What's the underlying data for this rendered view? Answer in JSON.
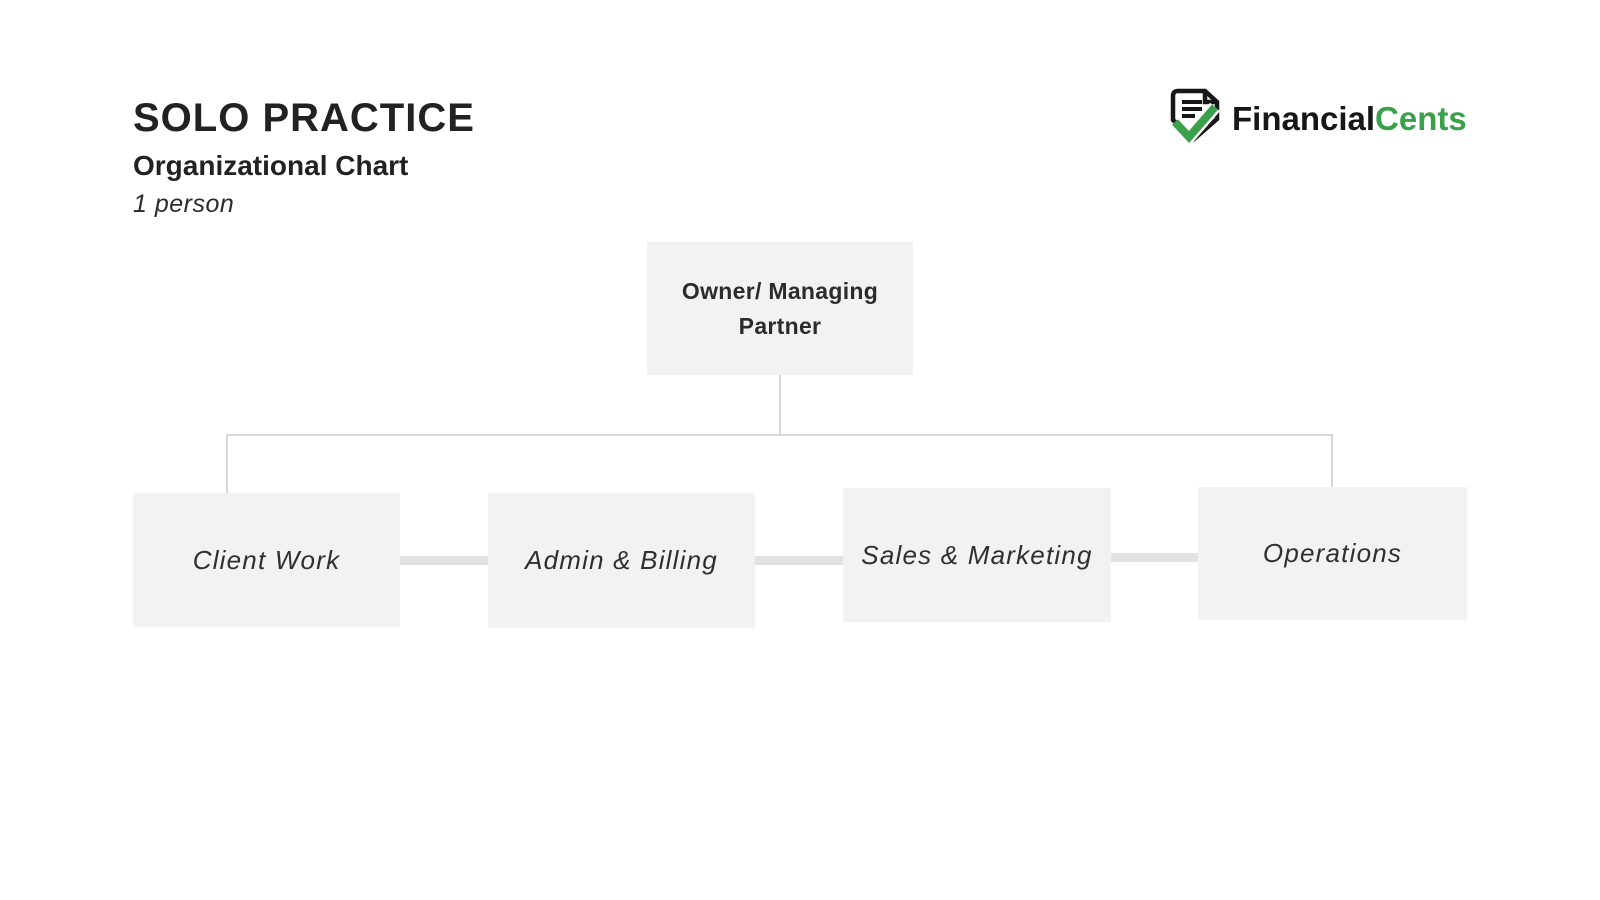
{
  "header": {
    "title": "SOLO PRACTICE",
    "subtitle": "Organizational Chart",
    "note": "1 person"
  },
  "logo": {
    "text_primary": "Financial",
    "text_accent": "Cents",
    "icon": "badge-check-document-icon",
    "accent_color": "#3aa04a",
    "text_color": "#171717"
  },
  "org": {
    "root": {
      "label": "Owner/ Managing Partner"
    },
    "children": [
      {
        "label": "Client Work"
      },
      {
        "label": "Admin & Billing"
      },
      {
        "label": "Sales & Marketing"
      },
      {
        "label": "Operations"
      }
    ]
  },
  "colors": {
    "background": "#ffffff",
    "node_fill": "#f2f2f2",
    "thin_line": "#d8d8d8",
    "thick_line": "#e2e2e2",
    "title_text": "#222222",
    "node_text": "#2f2f2f"
  }
}
